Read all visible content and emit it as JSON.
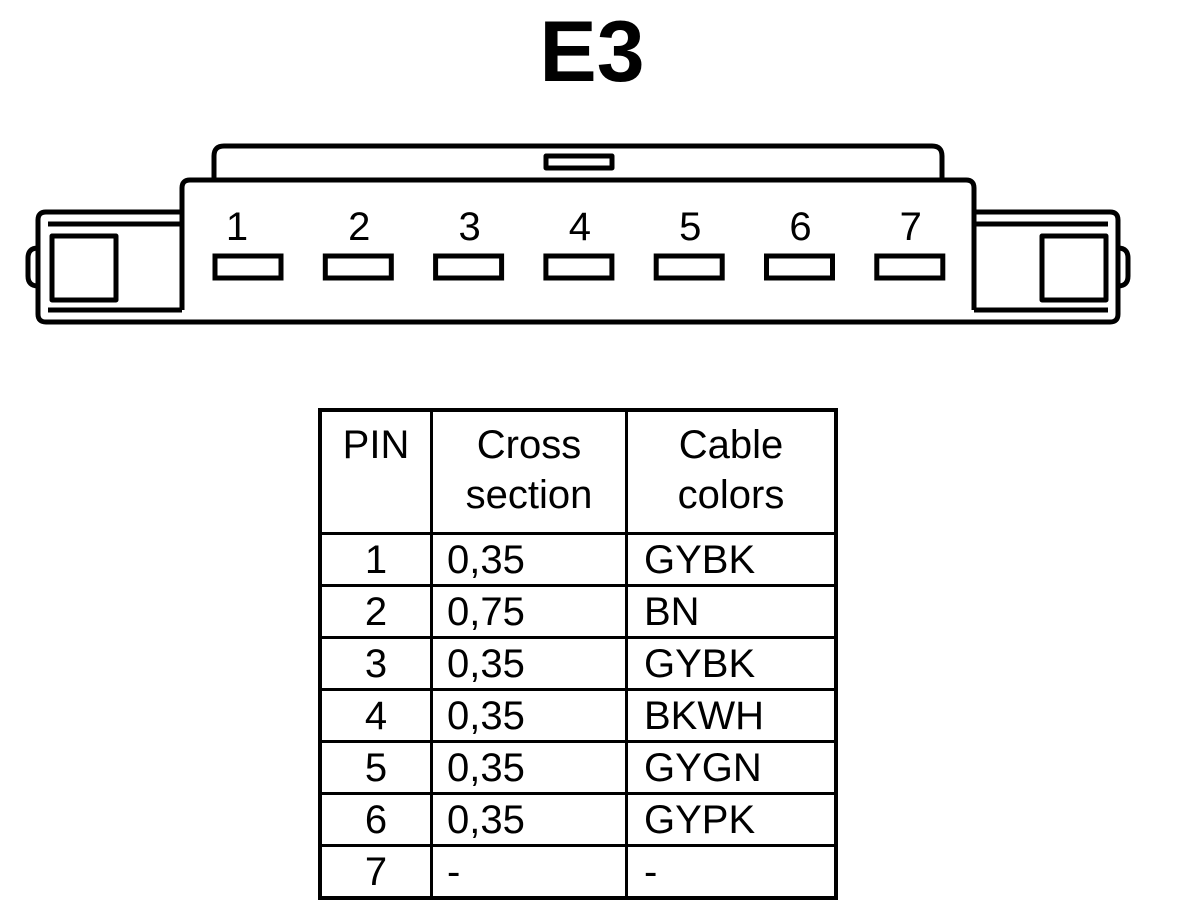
{
  "title": "E3",
  "connector": {
    "pins": [
      "1",
      "2",
      "3",
      "4",
      "5",
      "6",
      "7"
    ]
  },
  "table": {
    "headers": {
      "pin": "PIN",
      "cross_section": [
        "Cross",
        "section"
      ],
      "cable_colors": [
        "Cable",
        "colors"
      ]
    },
    "rows": [
      {
        "pin": "1",
        "cross_section": "0,35",
        "color": "GYBK"
      },
      {
        "pin": "2",
        "cross_section": "0,75",
        "color": "BN"
      },
      {
        "pin": "3",
        "cross_section": "0,35",
        "color": "GYBK"
      },
      {
        "pin": "4",
        "cross_section": "0,35",
        "color": "BKWH"
      },
      {
        "pin": "5",
        "cross_section": "0,35",
        "color": "GYGN"
      },
      {
        "pin": "6",
        "cross_section": "0,35",
        "color": "GYPK"
      },
      {
        "pin": "7",
        "cross_section": "-",
        "color": "-"
      }
    ]
  }
}
